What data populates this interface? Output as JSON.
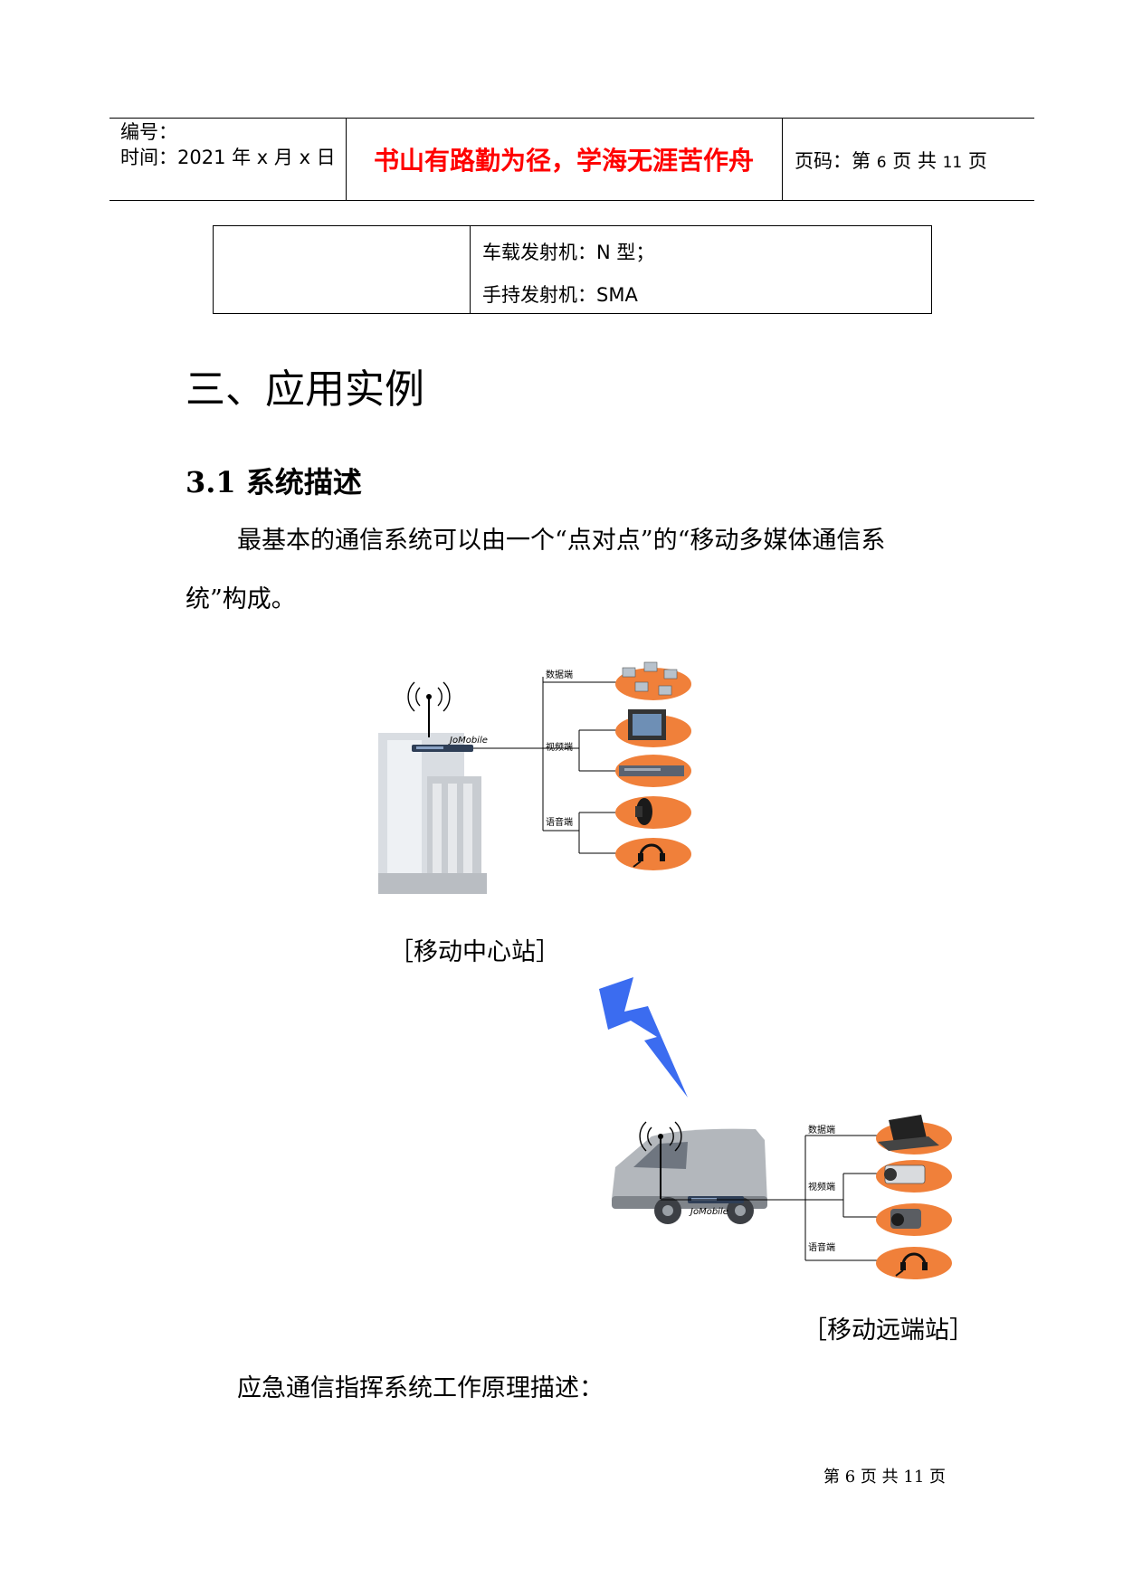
{
  "header": {
    "code_label": "编号：",
    "time_label": "时间：2021 年 x 月 x 日",
    "motto": "书山有路勤为径，学海无涯苦作舟",
    "page_prefix": "页码：第",
    "page_current": "6",
    "page_mid": "页  共",
    "page_total": "11",
    "page_suffix": "页"
  },
  "table": {
    "row1": "车载发射机：N 型；",
    "row2": "手持发射机：SMA"
  },
  "section_title": "三、应用实例",
  "subsection_title": "3.1  系统描述",
  "paragraph_line1": "最基本的通信系统可以由一个“点对点”的“移动多媒体通信系",
  "paragraph_line2": "统”构成。",
  "diagram": {
    "center_device_brand": "JoMobile",
    "remote_device_brand": "JoMobile",
    "center_labels": {
      "data": "数据端",
      "video": "视频端",
      "voice": "语音端"
    },
    "remote_labels": {
      "data": "数据端",
      "video": "视频端",
      "voice": "语音端"
    },
    "center_caption": "［移动中心站］",
    "remote_caption": "［移动远端站］",
    "colors": {
      "ellipse": "#f0803a",
      "bolt": "#3b6cf0"
    }
  },
  "closing_line": "应急通信指挥系统工作原理描述：",
  "footer": {
    "prefix": "第",
    "current": "6",
    "mid": "页 共",
    "total": "11",
    "suffix": "页"
  }
}
